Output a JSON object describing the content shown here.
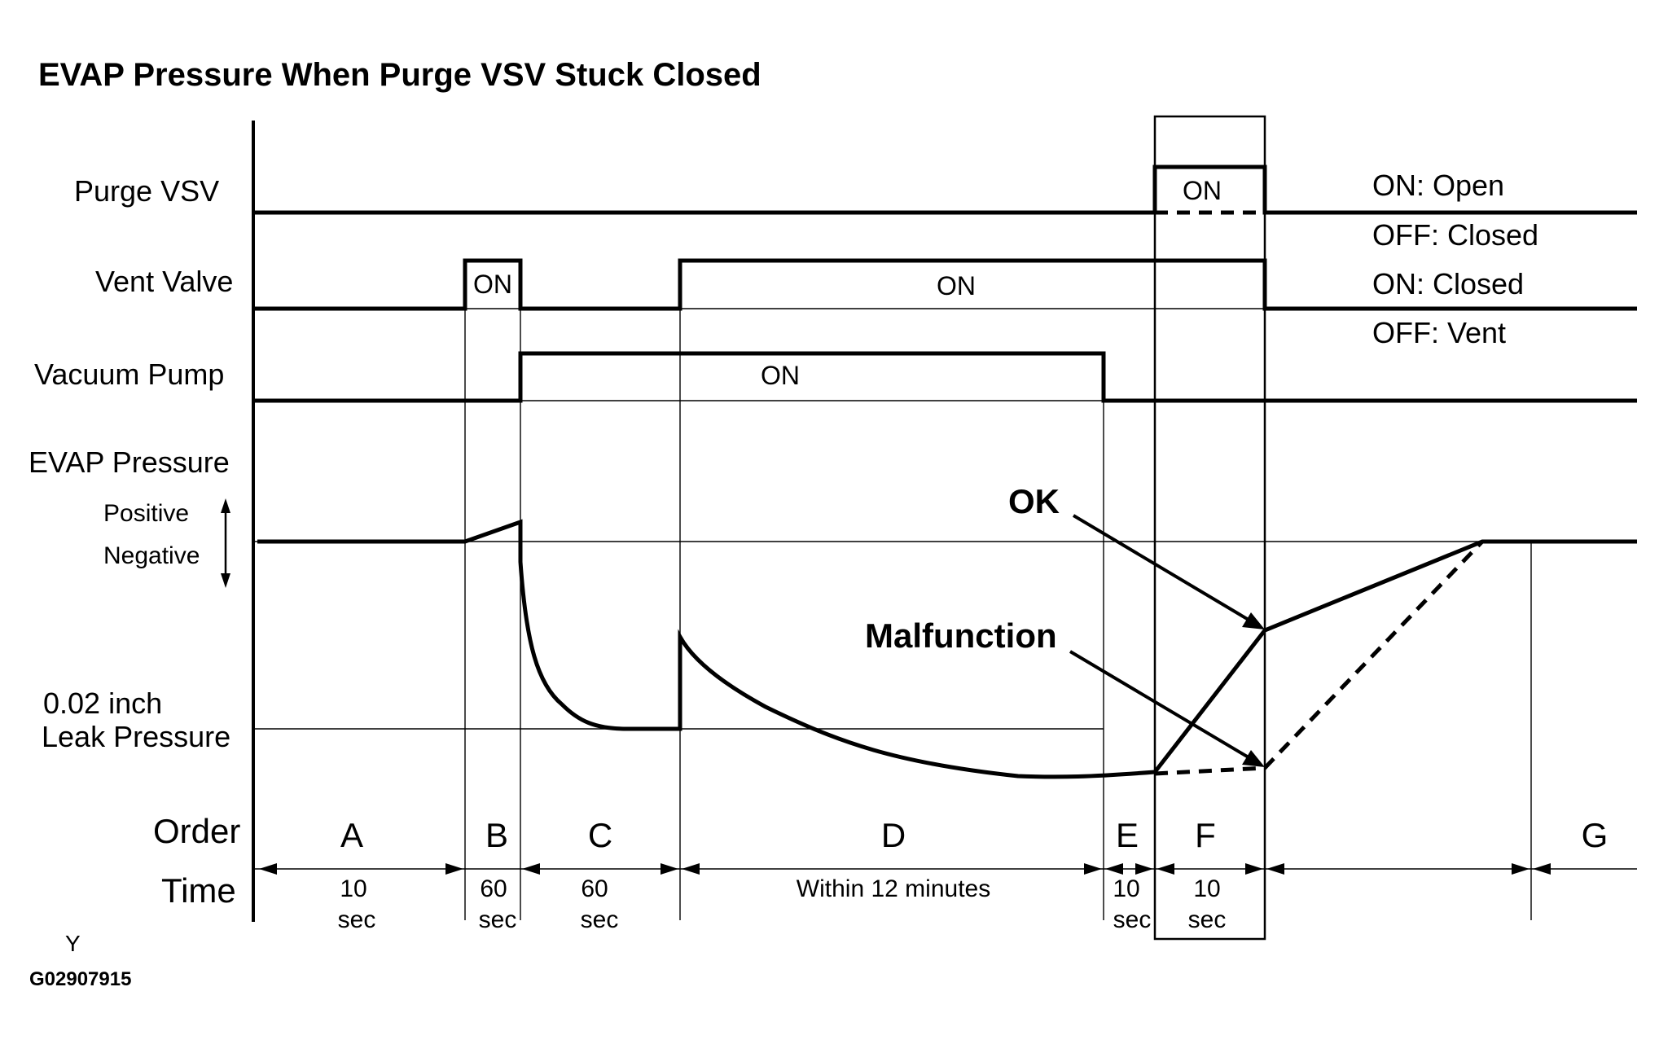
{
  "title": "EVAP Pressure When Purge VSV Stuck Closed",
  "signals": {
    "purge_vsv": "Purge VSV",
    "vent_valve": "Vent Valve",
    "vacuum_pump": "Vacuum Pump",
    "evap_pressure": "EVAP Pressure"
  },
  "pressure_axis": {
    "positive": "Positive",
    "negative": "Negative",
    "leak_line1": "0.02 inch",
    "leak_line2": "Leak Pressure"
  },
  "on_labels": {
    "purge": "ON",
    "vent_b": "ON",
    "vent_d": "ON",
    "pump": "ON"
  },
  "legend": {
    "purge_on": "ON: Open",
    "purge_off": "OFF: Closed",
    "vent_on": "ON: Closed",
    "vent_off": "OFF: Vent"
  },
  "callouts": {
    "ok": "OK",
    "malfunction": "Malfunction"
  },
  "row_labels": {
    "order": "Order",
    "time": "Time"
  },
  "phases": [
    {
      "order": "A",
      "time1": "10",
      "time2": "sec"
    },
    {
      "order": "B",
      "time1": "60",
      "time2": "sec"
    },
    {
      "order": "C",
      "time1": "60",
      "time2": "sec"
    },
    {
      "order": "D",
      "time1": "Within 12 minutes",
      "time2": ""
    },
    {
      "order": "E",
      "time1": "10",
      "time2": "sec"
    },
    {
      "order": "F",
      "time1": "10",
      "time2": "sec"
    },
    {
      "order": "G",
      "time1": "",
      "time2": ""
    }
  ],
  "footer": {
    "mark": "Y",
    "code": "G02907915"
  }
}
